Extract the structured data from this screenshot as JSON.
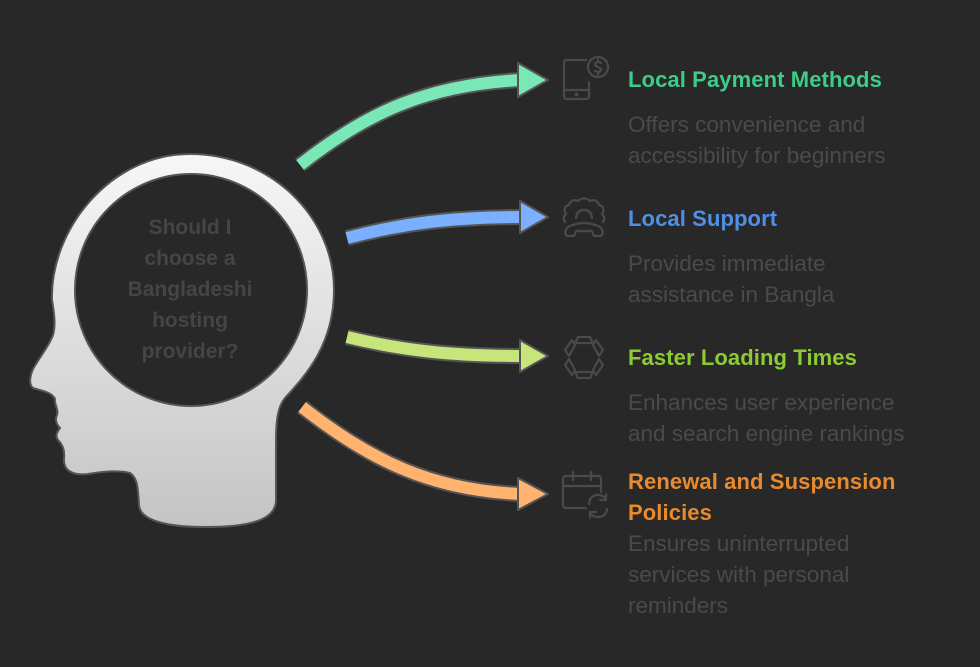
{
  "center": {
    "question_lines": [
      "Should I",
      "choose a",
      "Bangladeshi",
      "hosting",
      "provider?"
    ]
  },
  "items": [
    {
      "title": "Local Payment Methods",
      "description_lines": [
        "Offers convenience and",
        "accessibility for beginners"
      ],
      "icon": "mobile-payment-icon",
      "color": "#3dcc8a",
      "arrow_color": "#7ae8b6"
    },
    {
      "title": "Local Support",
      "description_lines": [
        "Provides immediate",
        "assistance in Bangla"
      ],
      "icon": "support-phone-icon",
      "color": "#4f8fe8",
      "arrow_color": "#7ab0ff"
    },
    {
      "title": "Faster Loading Times",
      "description_lines": [
        "Enhances user experience",
        "and search engine rankings"
      ],
      "icon": "hexagon-segments-icon",
      "color": "#8ccc32",
      "arrow_color": "#c6e57a"
    },
    {
      "title_lines": [
        "Renewal and Suspension",
        "Policies"
      ],
      "description_lines": [
        "Ensures uninterrupted",
        "services with personal",
        "reminders"
      ],
      "icon": "calendar-refresh-icon",
      "color": "#e88a2e",
      "arrow_color": "#ffb36e"
    }
  ],
  "colors": {
    "background": "#282828",
    "head_light": "#f5f5f5",
    "head_dark": "#c6c6c6",
    "muted_text": "#4a4a4a",
    "icon_stroke": "#4a4a4a"
  }
}
